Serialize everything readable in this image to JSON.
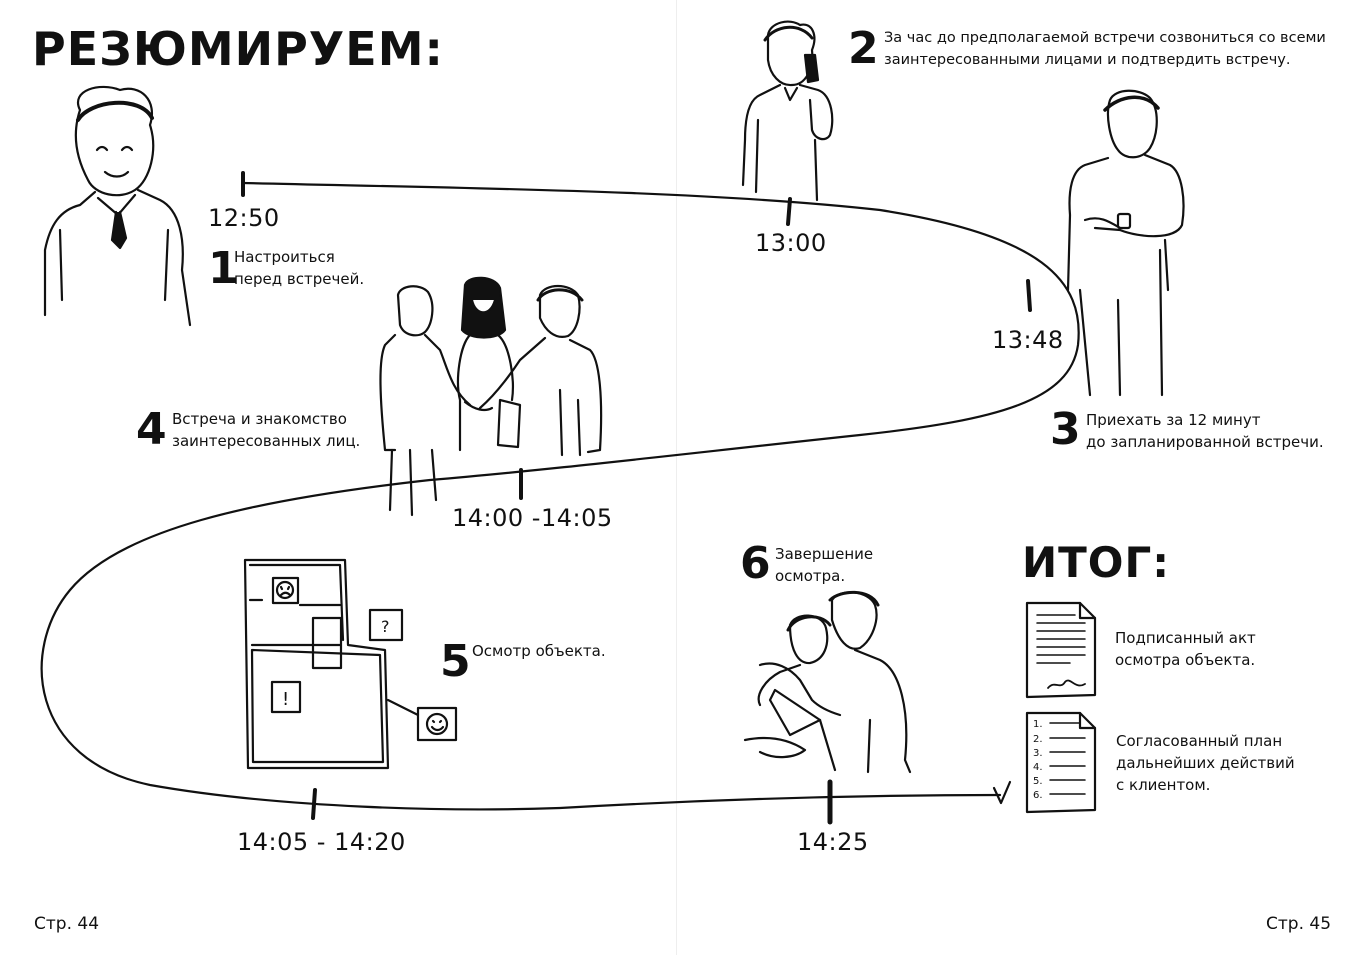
{
  "title": "РЕЗЮМИРУЕМ:",
  "summary_title": "ИТОГ:",
  "steps": [
    {
      "num": "1",
      "text": "Настроиться\nперед встречей."
    },
    {
      "num": "2",
      "text": "За час до предполагаемой встречи созвониться со всеми\nзаинтересованными лицами и подтвердить встречу."
    },
    {
      "num": "3",
      "text": "Приехать за 12 минут\nдо запланированной встречи."
    },
    {
      "num": "4",
      "text": "Встреча и знакомство\nзаинтересованных лиц."
    },
    {
      "num": "5",
      "text": "Осмотр объекта."
    },
    {
      "num": "6",
      "text": "Завершение\nосмотра."
    }
  ],
  "times": [
    "12:50",
    "13:00",
    "13:48",
    "14:00 -14:05",
    "14:05 - 14:20",
    "14:25"
  ],
  "results": [
    {
      "text": "Подписанный акт\nосмотра  объекта."
    },
    {
      "text": "Согласованный  план\nдальнейших действий\nс клиентом."
    }
  ],
  "list_marks": [
    "1.",
    "2.",
    "3.",
    "4.",
    "5.",
    "6."
  ],
  "footer": {
    "left_page": "Стр. 44",
    "right_page": "Стр. 45"
  }
}
